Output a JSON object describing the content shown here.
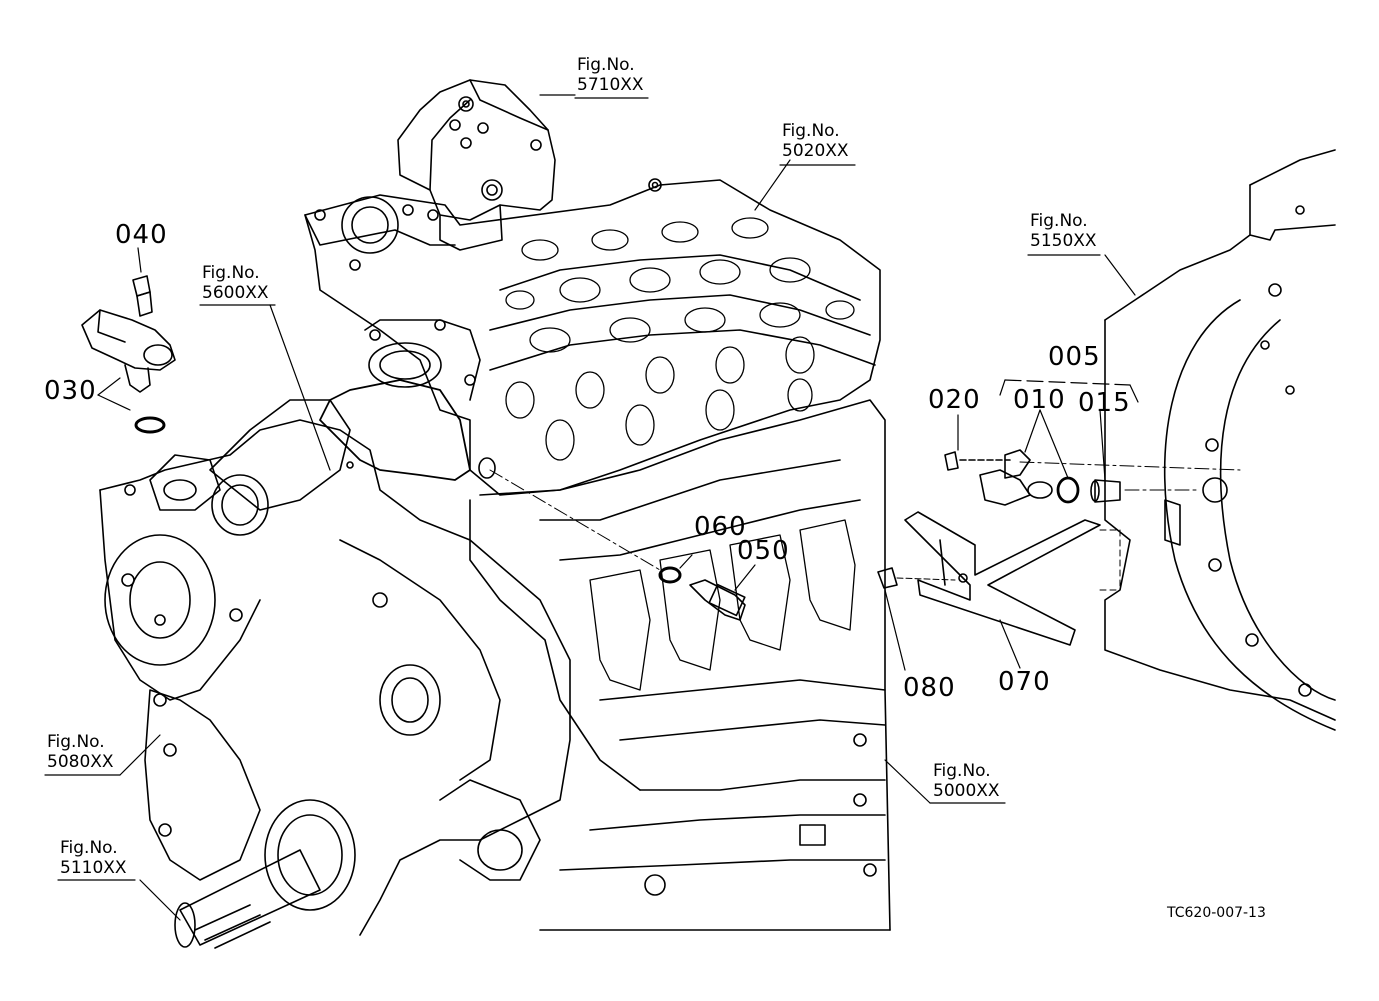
{
  "callouts": {
    "fig_5710": {
      "caption": "Fig.No.",
      "code": "5710XX"
    },
    "fig_5020": {
      "caption": "Fig.No.",
      "code": "5020XX"
    },
    "fig_5600": {
      "caption": "Fig.No.",
      "code": "5600XX"
    },
    "fig_5150": {
      "caption": "Fig.No.",
      "code": "5150XX"
    },
    "fig_5080": {
      "caption": "Fig.No.",
      "code": "5080XX"
    },
    "fig_5000": {
      "caption": "Fig.No.",
      "code": "5000XX"
    },
    "fig_5110": {
      "caption": "Fig.No.",
      "code": "5110XX"
    }
  },
  "part_numbers": {
    "p005": "005",
    "p010": "010",
    "p015": "015",
    "p020": "020",
    "p030": "030",
    "p040": "040",
    "p050": "050",
    "p060": "060",
    "p070": "070",
    "p080": "080"
  },
  "drawing_reference": "TC620-007-13"
}
